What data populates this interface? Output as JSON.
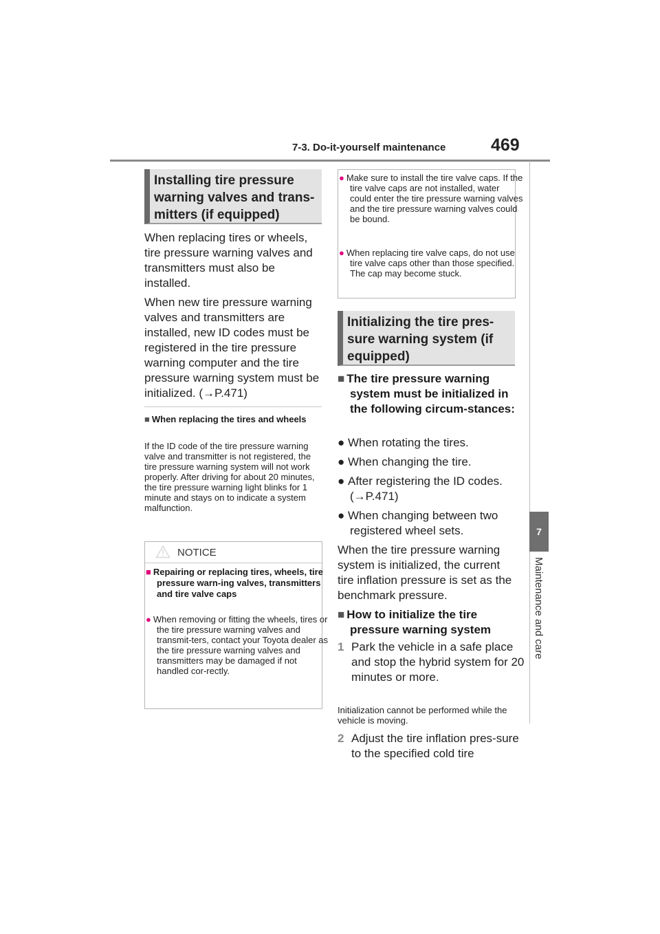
{
  "header": {
    "section": "7-3. Do-it-yourself maintenance",
    "page_number": "469"
  },
  "chapter_tab": {
    "number": "7",
    "title": "Maintenance and care"
  },
  "left_column": {
    "heading": "Installing tire pressure warning valves and trans-mitters (if equipped)",
    "paragraph1": "When replacing tires or wheels, tire pressure warning valves and transmitters must also be installed.",
    "paragraph2": "When new tire pressure warning valves and transmitters are installed, new ID codes must be registered in the tire pressure warning computer and the tire pressure warning system must be initialized. (→P.471)",
    "note_heading": "When replacing the tires and wheels",
    "note_body": "If the ID code of the tire pressure warning valve and transmitter is not registered, the tire pressure warning system will not work properly. After driving for about 20 minutes, the tire pressure warning light blinks for 1 minute and stays on to indicate a system malfunction."
  },
  "notice1": {
    "title": "NOTICE",
    "heading": "Repairing or replacing tires, wheels, tire pressure warn-ing valves, transmitters and tire valve caps",
    "item": "When removing or fitting the wheels, tires or the tire pressure warning valves and transmit-ters, contact your Toyota dealer as the tire pressure warning valves and transmitters may be damaged if not handled cor-rectly."
  },
  "notice2": {
    "item1": "Make sure to install the tire valve caps. If the tire valve caps are not installed, water could enter the tire pressure warning valves and the tire pressure warning valves could be bound.",
    "item2": "When replacing tire valve caps, do not use tire valve caps other than those specified. The cap may become stuck."
  },
  "right_column": {
    "heading": "Initializing the tire pres-sure warning system (if equipped)",
    "conditions_heading": "The tire pressure warning system must be initialized in the following circum-stances:",
    "conditions": [
      "When rotating the tires.",
      "When changing the tire.",
      "After registering the ID codes. (→P.471)",
      "When changing between two registered wheel sets."
    ],
    "paragraph": "When the tire pressure warning system is initialized, the current tire inflation pressure is set as the benchmark pressure.",
    "howto_heading": "How to initialize the tire pressure warning system",
    "step1_num": "1",
    "step1": "Park the vehicle in a safe place and stop the hybrid system for 20 minutes or more.",
    "step1_note": "Initialization cannot be performed while the vehicle is moving.",
    "step2_num": "2",
    "step2": "Adjust the tire inflation pres-sure to the specified cold tire"
  }
}
